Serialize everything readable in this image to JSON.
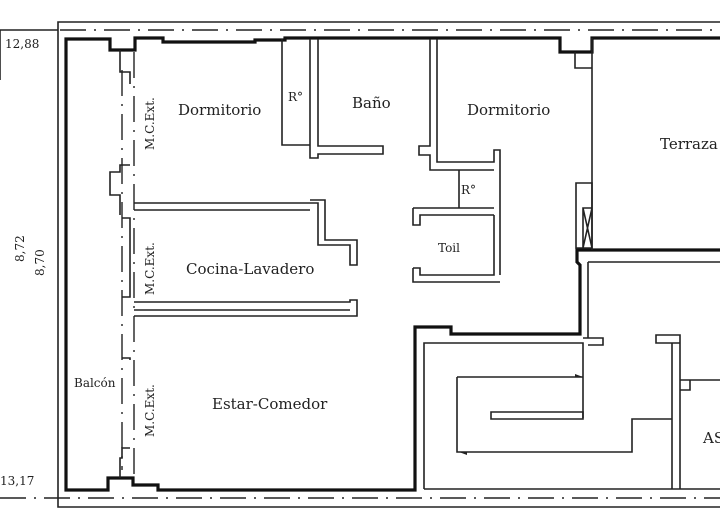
{
  "rooms": {
    "dormitorio_left": "Dormitorio",
    "ropero_left": "R°",
    "bano": "Baño",
    "dormitorio_right": "Dormitorio",
    "ropero_right": "R°",
    "toilette": "Toil",
    "terraza": "Terraza",
    "cocina": "Cocina-Lavadero",
    "estar": "Estar-Comedor",
    "balcon": "Balcón",
    "ascensor": "AS"
  },
  "wall_labels": [
    "M.C.Ext.",
    "M.C.Ext.",
    "M.C.Ext."
  ],
  "dimensions": {
    "top_left": "12,88",
    "bottom_left": "13,17",
    "height_1": "8,72",
    "height_2": "8,70"
  }
}
